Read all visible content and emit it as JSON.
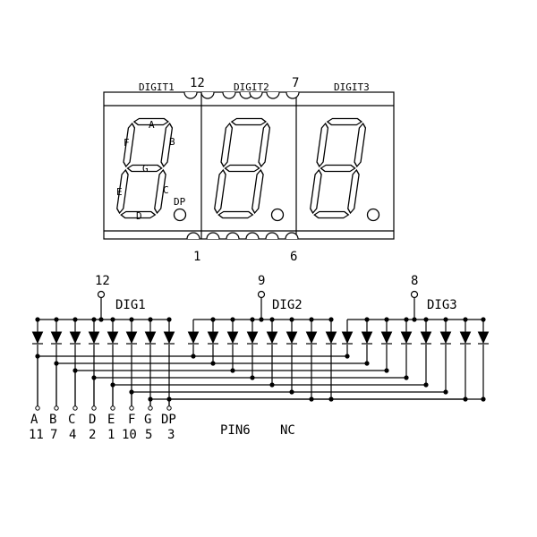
{
  "display": {
    "digit_labels": [
      "DIGIT1",
      "DIGIT2",
      "DIGIT3"
    ],
    "top_pins": [
      "12",
      "7"
    ],
    "bottom_pins": [
      "1",
      "6"
    ],
    "segment_labels": [
      "A",
      "B",
      "C",
      "D",
      "E",
      "F",
      "G",
      "DP"
    ]
  },
  "schematic": {
    "digits": [
      {
        "pin": "12",
        "label": "DIG1"
      },
      {
        "pin": "9",
        "label": "DIG2"
      },
      {
        "pin": "8",
        "label": "DIG3"
      }
    ],
    "signals": [
      {
        "letter": "A",
        "pin": "11"
      },
      {
        "letter": "B",
        "pin": "7"
      },
      {
        "letter": "C",
        "pin": "4"
      },
      {
        "letter": "D",
        "pin": "2"
      },
      {
        "letter": "E",
        "pin": "1"
      },
      {
        "letter": "F",
        "pin": "10"
      },
      {
        "letter": "G",
        "pin": "5"
      },
      {
        "letter": "DP",
        "pin": "3"
      }
    ],
    "note_left": "PIN6",
    "note_right": "NC"
  }
}
